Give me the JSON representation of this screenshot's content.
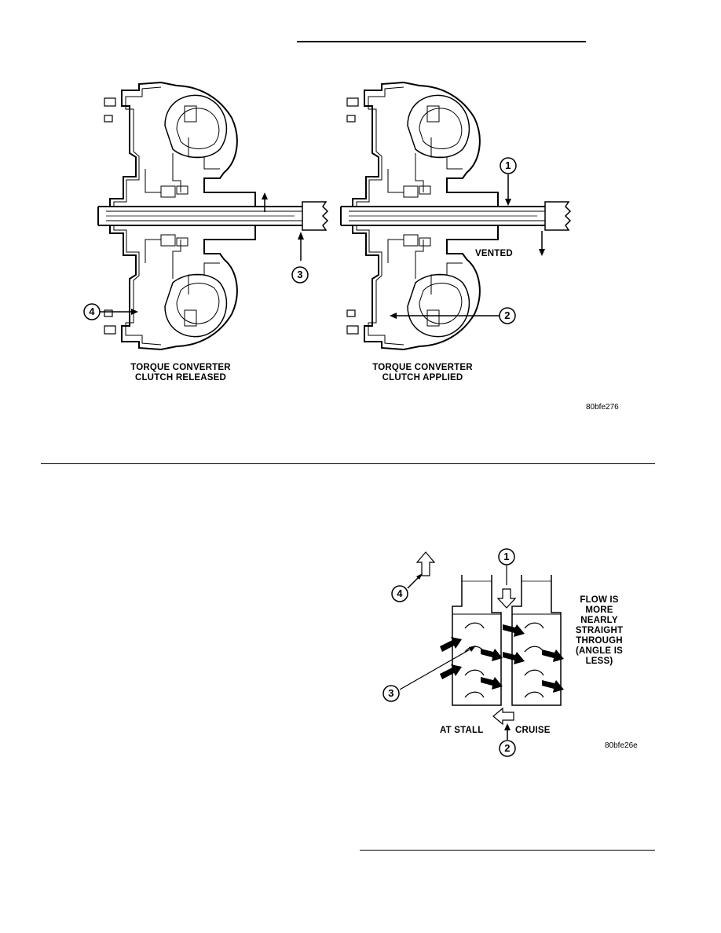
{
  "figure1": {
    "left_caption_line1": "TORQUE CONVERTER",
    "left_caption_line2": "CLUTCH RELEASED",
    "right_caption_line1": "TORQUE CONVERTER",
    "right_caption_line2": "CLUTCH APPLIED",
    "vented_label": "VENTED",
    "figure_code": "80bfe276",
    "callouts": [
      "1",
      "2",
      "3",
      "4"
    ]
  },
  "figure2": {
    "flow_note": [
      "FLOW IS",
      "MORE",
      "NEARLY",
      "STRAIGHT",
      "THROUGH",
      "(ANGLE IS",
      "LESS)"
    ],
    "at_stall_label": "AT STALL",
    "cruise_label": "CRUISE",
    "figure_code": "80bfe26e",
    "callouts": [
      "1",
      "2",
      "3",
      "4"
    ]
  }
}
